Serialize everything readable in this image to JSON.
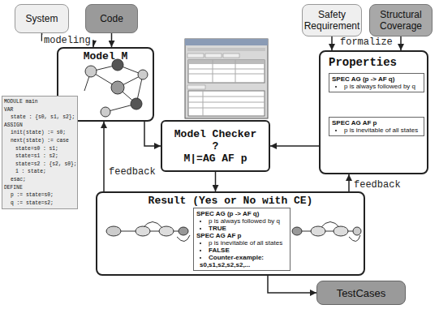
{
  "diagram": {
    "nodes": [
      {
        "text": [
          "System"
        ]
      },
      {
        "text": [
          "Code"
        ]
      },
      {
        "text": [
          "Safety Requirement"
        ]
      },
      {
        "text": [
          "Structural Coverage"
        ]
      },
      {
        "text": [
          "Model M"
        ]
      },
      {
        "text": [
          "Model Checker",
          "?",
          "M|=AG AF p"
        ]
      },
      {
        "text": [
          "Properties",
          "SPEC AG (p -> AF q)",
          "p is always followed by q",
          "SPEC AG AF p",
          "p is inevitable of all states"
        ]
      },
      {
        "text": [
          "Result (Yes or No with CE)",
          "SPEC AG (p -> AF q)",
          "p is always followed by q",
          "TRUE",
          "SPEC AG AF p",
          "p is inevitable of all states",
          "FALSE",
          "Counter-example: s0,s1,s2,s2,s2,..."
        ]
      },
      {
        "text": [
          "TestCases"
        ]
      }
    ],
    "edges": [
      {
        "from": 0,
        "to": 4,
        "arrow": "to",
        "label": "modeling"
      },
      {
        "from": 1,
        "to": 4,
        "arrow": "to"
      },
      {
        "from": 2,
        "to": 6,
        "arrow": "to",
        "label": "formalize"
      },
      {
        "from": 3,
        "to": 6,
        "arrow": "to"
      },
      {
        "from": 4,
        "to": 5,
        "arrow": "to"
      },
      {
        "from": 6,
        "to": 5,
        "arrow": "to"
      },
      {
        "from": 5,
        "to": 7,
        "arrow": "to"
      },
      {
        "from": 7,
        "to": 4,
        "arrow": "to",
        "label": "feedback"
      },
      {
        "from": 7,
        "to": 6,
        "arrow": "to",
        "label": "feedback"
      },
      {
        "from": 7,
        "to": 8,
        "arrow": "to"
      }
    ],
    "labels": [
      "MODULE main",
      "VAR",
      "state : {s0, s1, s2};",
      "ASSIGN",
      "init(state) := s0;",
      "next(state) := case",
      "state=s0 : s1;",
      "state=s1 : s2;",
      "state=s2 : {s2, s0};",
      "1 : state;",
      "esac;",
      "DEFINE",
      "p := state=s0;",
      "q := state=s2;"
    ]
  }
}
